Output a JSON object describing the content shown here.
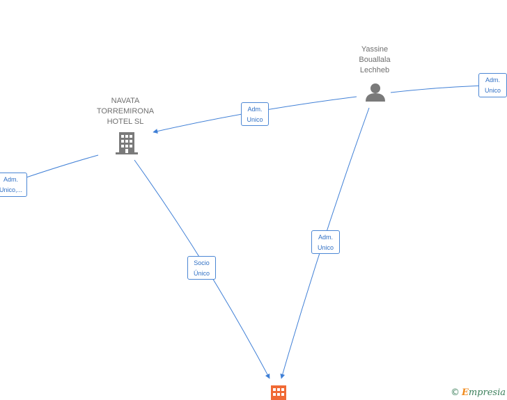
{
  "nodes": {
    "navata": {
      "label": "NAVATA\nTORREMIRONA\nHOTEL  SL",
      "icon": "building-icon",
      "color": "#7a7a7a"
    },
    "yassine": {
      "label": "Yassine\nBouallala\nLechheb",
      "icon": "person-icon",
      "color": "#7a7a7a"
    },
    "target": {
      "label": "",
      "icon": "building-icon",
      "color": "#f06a35"
    }
  },
  "edges": {
    "yassine_navata": "Adm.\nUnico",
    "external_yassine": "Adm.\nUnico",
    "external_navata": "Adm.\nUnico,...",
    "yassine_target": "Adm.\nUnico",
    "navata_target": "Socio\nÚnico"
  },
  "colors": {
    "edge": "#3f7fd6",
    "label_text": "#6f6f6f"
  },
  "brand": {
    "copyright": "©",
    "initial": "E",
    "name": "mpresia"
  }
}
